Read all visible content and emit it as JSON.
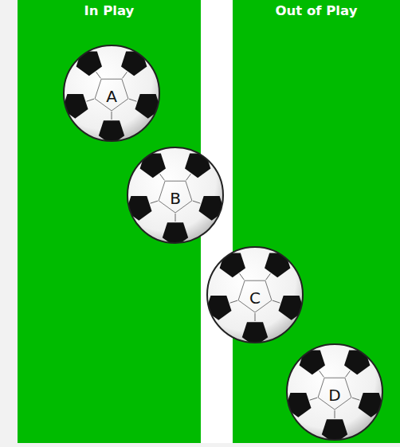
{
  "diagram": {
    "nodes": [
      {
        "text": [
          "In Play"
        ]
      },
      {
        "text": [
          "Out of Play"
        ]
      },
      {
        "text": [
          "A"
        ]
      },
      {
        "text": [
          "B"
        ]
      },
      {
        "text": [
          "C"
        ]
      },
      {
        "text": [
          "D"
        ]
      }
    ]
  }
}
